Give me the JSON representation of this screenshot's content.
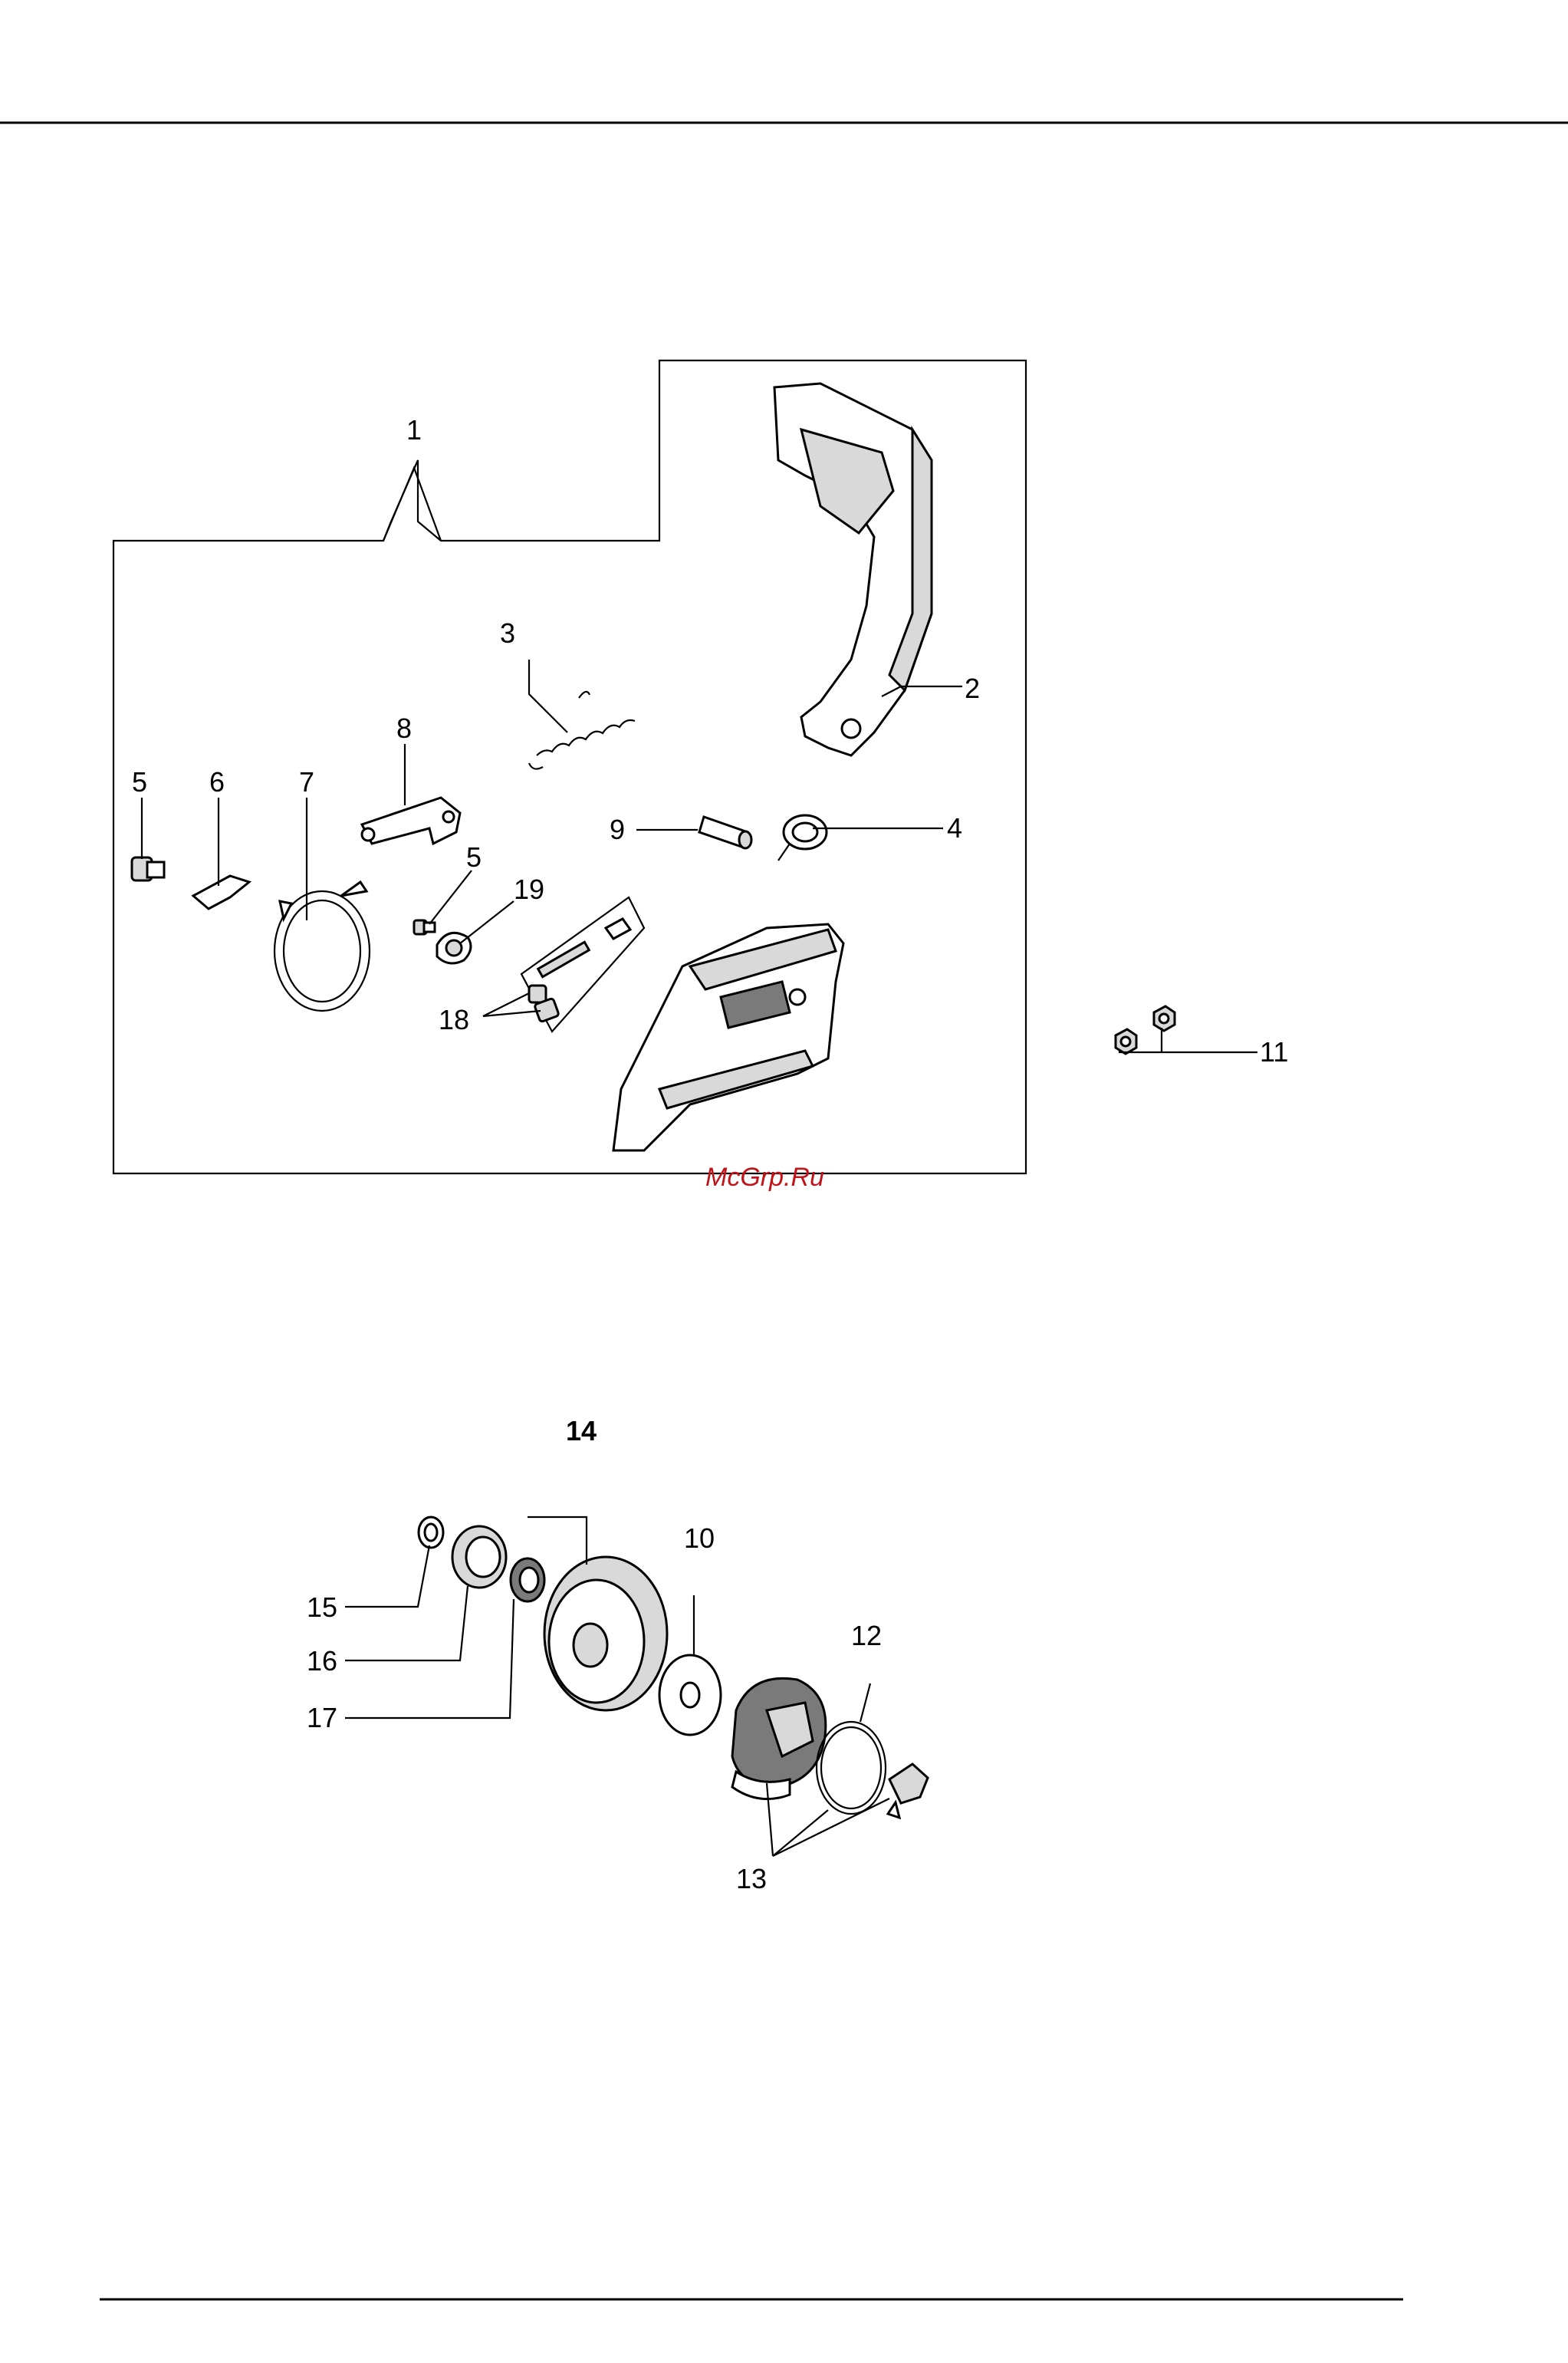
{
  "watermark": "McGrp.Ru",
  "callouts": {
    "c1": "1",
    "c2": "2",
    "c3": "3",
    "c4": "4",
    "c5a": "5",
    "c5b": "5",
    "c6": "6",
    "c7": "7",
    "c8": "8",
    "c9": "9",
    "c10": "10",
    "c11": "11",
    "c12": "12",
    "c13": "13",
    "c14": "14",
    "c15": "15",
    "c16": "16",
    "c17": "17",
    "c18": "18",
    "c19": "19"
  }
}
